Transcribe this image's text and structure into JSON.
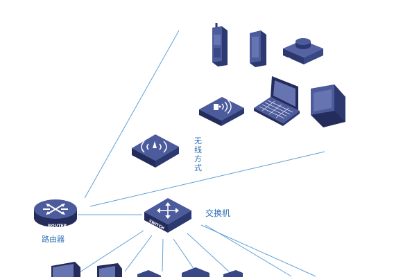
{
  "router": {
    "label": "路由器",
    "badge": "ROUTER"
  },
  "switch": {
    "label": "交换机",
    "badge": "SWITCH"
  },
  "wireless": {
    "label": "无线方式"
  },
  "share_badge": "Share",
  "colors": {
    "line": "#5ea0d8",
    "device_top": "#4c5b9c",
    "device_side": "#2c3870",
    "device_dark": "#232c5a",
    "screen": "#6774b2",
    "label": "#2c6fb6"
  }
}
